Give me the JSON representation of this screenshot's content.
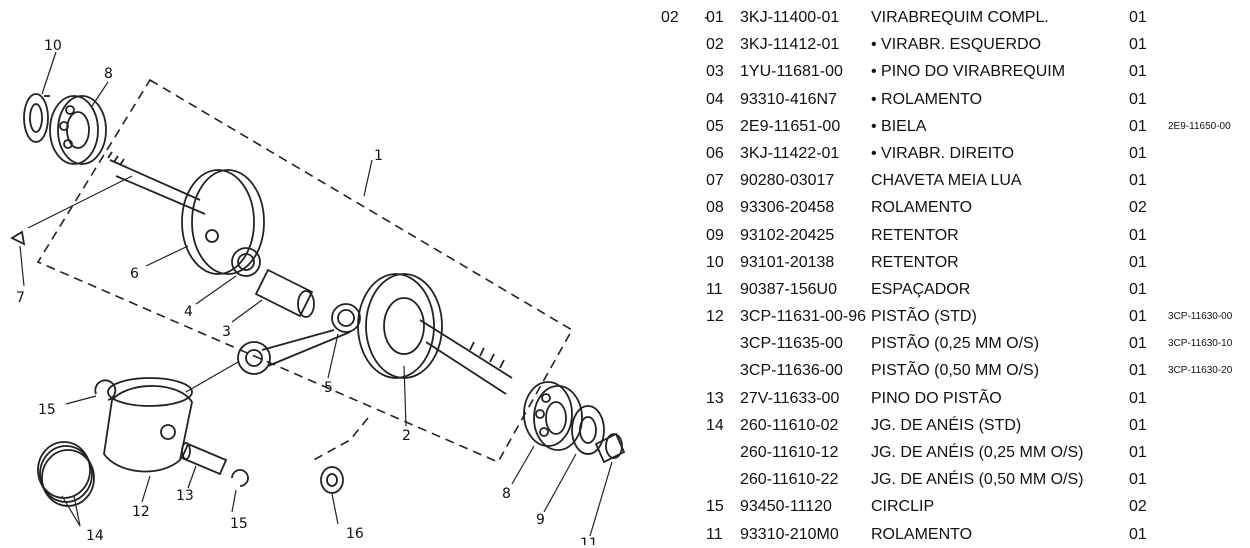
{
  "diagram": {
    "callouts": [
      "1",
      "2",
      "3",
      "4",
      "5",
      "6",
      "7",
      "8",
      "8",
      "9",
      "10",
      "11",
      "12",
      "13",
      "14",
      "15",
      "15",
      "16"
    ]
  },
  "parts": [
    {
      "group": "02",
      "dash": "-",
      "ref": "01",
      "part": "3KJ-11400-01",
      "desc": "VIRABREQUIM COMPL.",
      "qty": "01",
      "alt": ""
    },
    {
      "group": "",
      "dash": "",
      "ref": "02",
      "part": "3KJ-11412-01",
      "desc": "• VIRABR. ESQUERDO",
      "qty": "01",
      "alt": ""
    },
    {
      "group": "",
      "dash": "",
      "ref": "03",
      "part": "1YU-11681-00",
      "desc": "• PINO DO VIRABREQUIM",
      "qty": "01",
      "alt": ""
    },
    {
      "group": "",
      "dash": "",
      "ref": "04",
      "part": "93310-416N7",
      "desc": "• ROLAMENTO",
      "qty": "01",
      "alt": ""
    },
    {
      "group": "",
      "dash": "",
      "ref": "05",
      "part": "2E9-11651-00",
      "desc": "• BIELA",
      "qty": "01",
      "alt": "2E9-11650-00"
    },
    {
      "group": "",
      "dash": "",
      "ref": "06",
      "part": "3KJ-11422-01",
      "desc": "• VIRABR. DIREITO",
      "qty": "01",
      "alt": ""
    },
    {
      "group": "",
      "dash": "",
      "ref": "07",
      "part": "90280-03017",
      "desc": "CHAVETA MEIA LUA",
      "qty": "01",
      "alt": ""
    },
    {
      "group": "",
      "dash": "",
      "ref": "08",
      "part": "93306-20458",
      "desc": "ROLAMENTO",
      "qty": "02",
      "alt": ""
    },
    {
      "group": "",
      "dash": "",
      "ref": "09",
      "part": "93102-20425",
      "desc": "RETENTOR",
      "qty": "01",
      "alt": ""
    },
    {
      "group": "",
      "dash": "",
      "ref": "10",
      "part": "93101-20138",
      "desc": "RETENTOR",
      "qty": "01",
      "alt": ""
    },
    {
      "group": "",
      "dash": "",
      "ref": "11",
      "part": "90387-156U0",
      "desc": "ESPAÇADOR",
      "qty": "01",
      "alt": ""
    },
    {
      "group": "",
      "dash": "",
      "ref": "12",
      "part": "3CP-11631-00-96",
      "desc": "PISTÃO (STD)",
      "qty": "01",
      "alt": "3CP-11630-00"
    },
    {
      "group": "",
      "dash": "",
      "ref": "",
      "part": "3CP-11635-00",
      "desc": "PISTÃO (0,25 MM O/S)",
      "qty": "01",
      "alt": "3CP-11630-10"
    },
    {
      "group": "",
      "dash": "",
      "ref": "",
      "part": "3CP-11636-00",
      "desc": "PISTÃO (0,50 MM O/S)",
      "qty": "01",
      "alt": "3CP-11630-20"
    },
    {
      "group": "",
      "dash": "",
      "ref": "13",
      "part": "27V-11633-00",
      "desc": "PINO DO PISTÃO",
      "qty": "01",
      "alt": ""
    },
    {
      "group": "",
      "dash": "",
      "ref": "14",
      "part": "260-11610-02",
      "desc": "JG. DE ANÉIS (STD)",
      "qty": "01",
      "alt": ""
    },
    {
      "group": "",
      "dash": "",
      "ref": "",
      "part": "260-11610-12",
      "desc": "JG. DE ANÉIS (0,25 MM O/S)",
      "qty": "01",
      "alt": ""
    },
    {
      "group": "",
      "dash": "",
      "ref": "",
      "part": "260-11610-22",
      "desc": "JG. DE ANÉIS (0,50 MM O/S)",
      "qty": "01",
      "alt": ""
    },
    {
      "group": "",
      "dash": "",
      "ref": "15",
      "part": "93450-11120",
      "desc": "CIRCLIP",
      "qty": "02",
      "alt": ""
    },
    {
      "group": "",
      "dash": "",
      "ref": "11",
      "part": "93310-210M0",
      "desc": "ROLAMENTO",
      "qty": "01",
      "alt": ""
    }
  ]
}
